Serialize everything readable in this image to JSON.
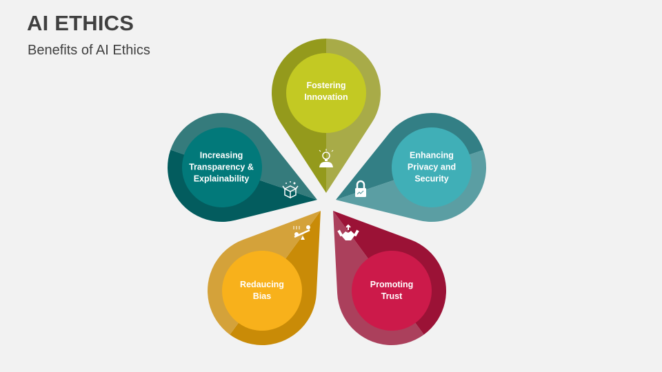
{
  "header": {
    "title": "AI ETHICS",
    "subtitle": "Benefits of AI Ethics"
  },
  "petals": [
    {
      "label": "Fostering Innovation",
      "icon": "lightbulb-person-icon",
      "colors": {
        "dark": "#949a1c",
        "light": "#a8ab48",
        "inner": "#c3c923"
      }
    },
    {
      "label": "Enhancing Privacy and Security",
      "icon": "padlock-icon",
      "colors": {
        "dark": "#337f85",
        "light": "#5b9ea3",
        "inner": "#40afb7"
      }
    },
    {
      "label": "Promoting Trust",
      "icon": "handshake-icon",
      "colors": {
        "dark": "#9b1236",
        "light": "#ab405c",
        "inner": "#cc1a4a"
      }
    },
    {
      "label": "Redaucing Bias",
      "icon": "seesaw-balance-icon",
      "colors": {
        "dark": "#c98b07",
        "light": "#d4a23a",
        "inner": "#f8b11b"
      }
    },
    {
      "label": "Increasing Transparency & Explainability",
      "icon": "open-box-icon",
      "colors": {
        "dark": "#035c5e",
        "light": "#357b7c",
        "inner": "#02797a"
      }
    }
  ]
}
